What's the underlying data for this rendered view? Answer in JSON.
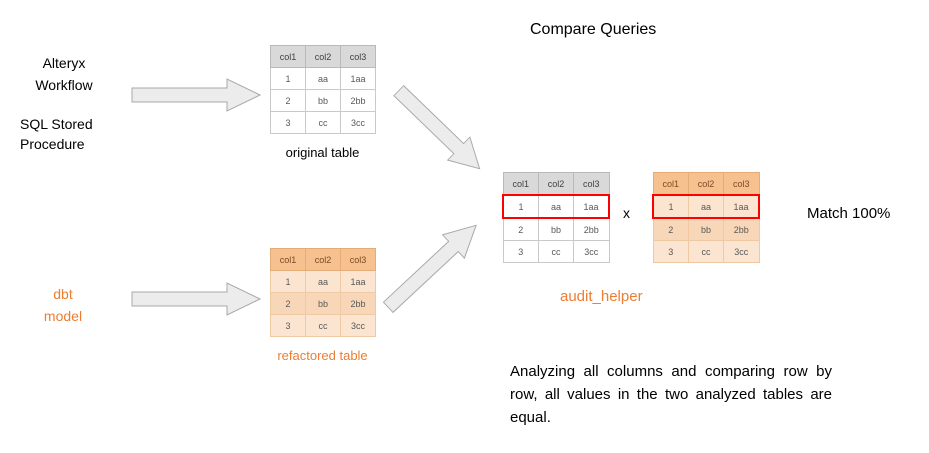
{
  "title": "Compare Queries",
  "left_labels": {
    "alteryx": "Alteryx\nWorkflow",
    "sql": "SQL Stored\nProcedure",
    "dbt": "dbt\nmodel"
  },
  "table": {
    "headers": [
      "col1",
      "col2",
      "col3"
    ],
    "rows": [
      [
        "1",
        "aa",
        "1aa"
      ],
      [
        "2",
        "bb",
        "2bb"
      ],
      [
        "3",
        "cc",
        "3cc"
      ]
    ]
  },
  "labels": {
    "original": "original table",
    "refactored": "refactored table",
    "multiply": "x",
    "audit": "audit_helper",
    "match": "Match 100%"
  },
  "caption": "Analyzing all columns and comparing row by row, all values in the two analyzed tables are equal.",
  "colors": {
    "orange_accent": "#ED7D31",
    "highlight_red": "#FF0000",
    "gray_header": "#D9D9D9",
    "orange_header": "#F6C18F",
    "orange_cell": "#FBE5D0",
    "arrow_fill": "#ECECEC",
    "arrow_stroke": "#A8A8A8"
  }
}
